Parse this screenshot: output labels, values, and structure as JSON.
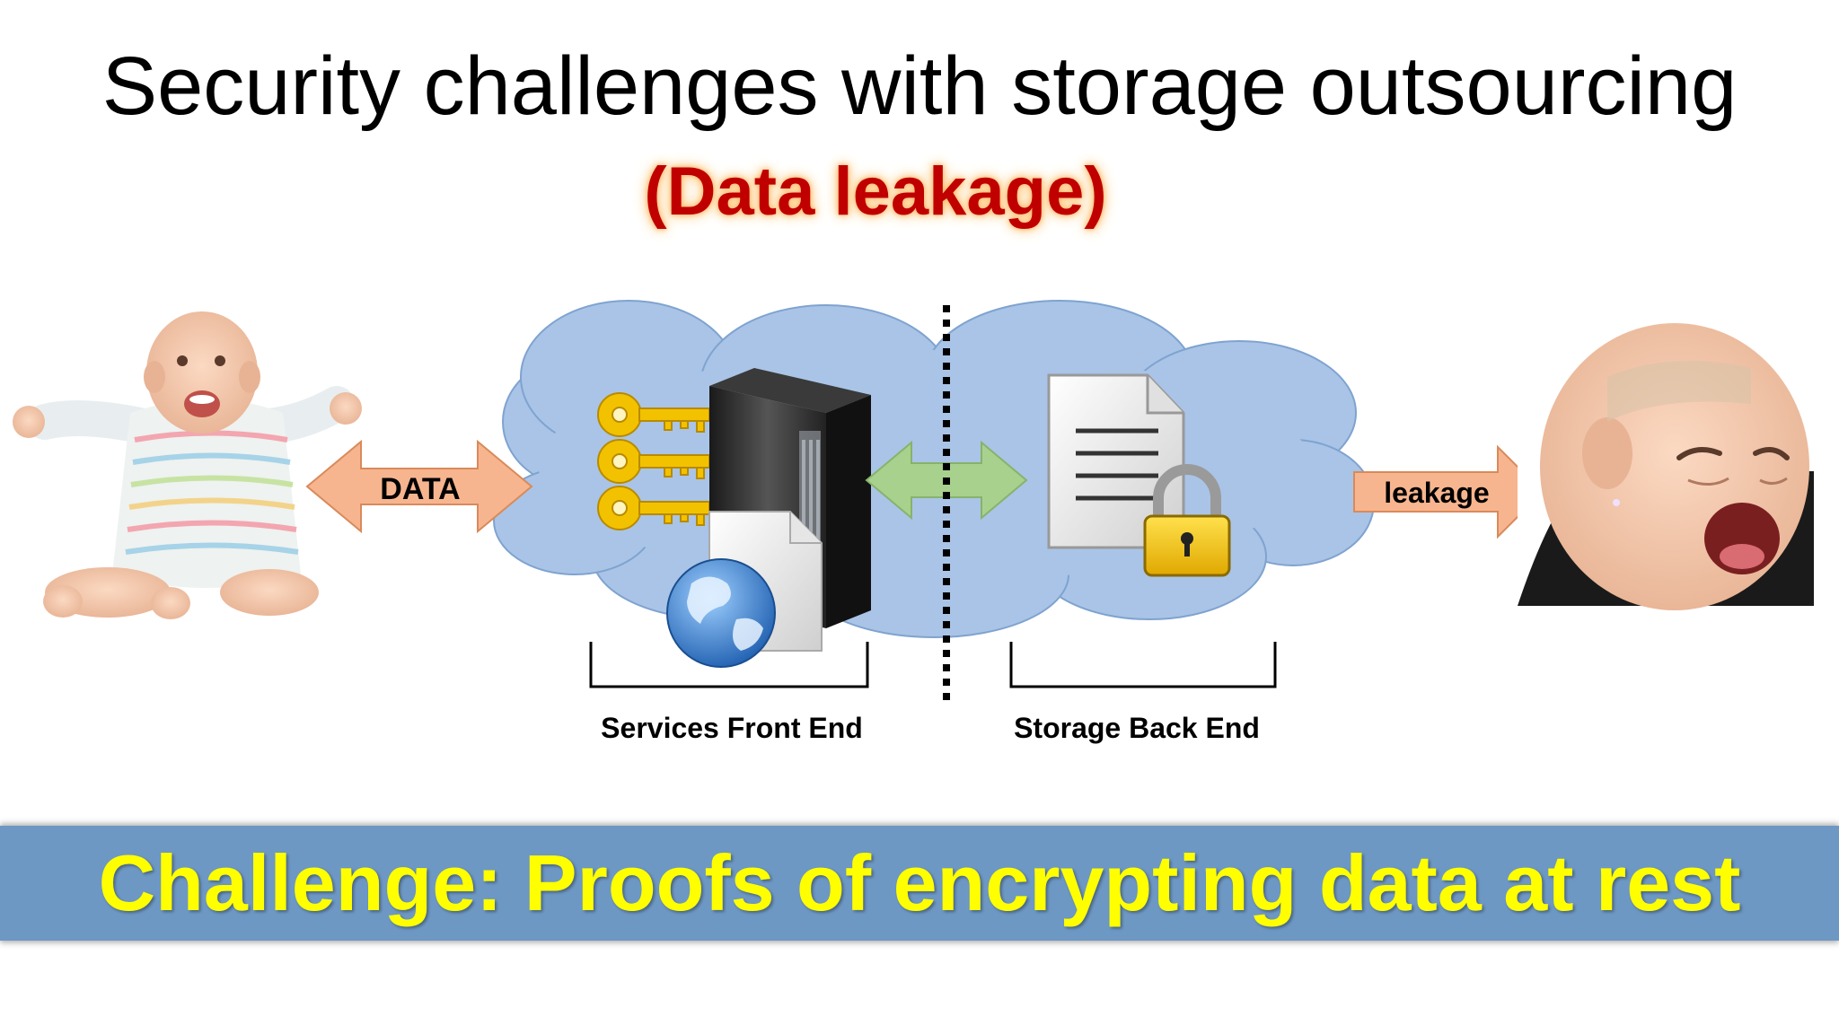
{
  "slide": {
    "title": "Security challenges with storage outsourcing",
    "subtitle": "(Data leakage)"
  },
  "diagram": {
    "data_arrow_label": "DATA",
    "leakage_arrow_label": "leakage",
    "front_end_label": "Services Front End",
    "back_end_label": "Storage Back End"
  },
  "banner": {
    "text": "Challenge: Proofs of encrypting data at rest"
  },
  "colors": {
    "subtitle": "#c00000",
    "banner_bg": "#6e98c4",
    "banner_text": "#ffff00",
    "cloud": "#a9c4e6",
    "orange_arrow": "#f7b58f",
    "green_arrow": "#a9d18e",
    "key": "#f2c200"
  }
}
